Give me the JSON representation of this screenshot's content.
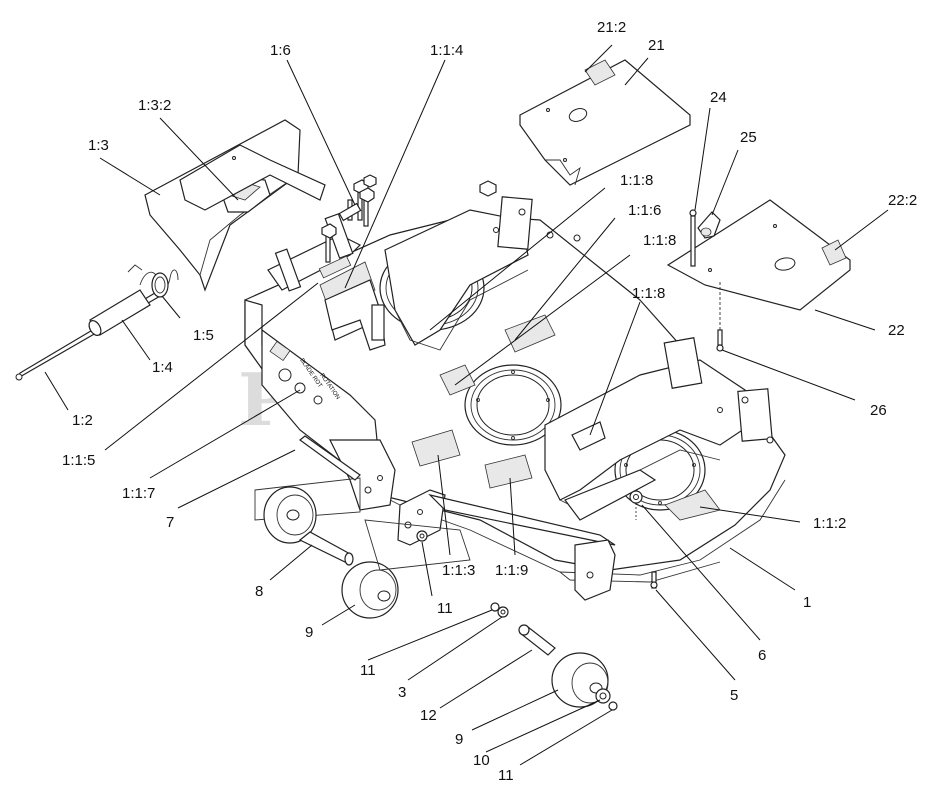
{
  "watermark": {
    "text": "PartsTree",
    "trademark": "TM"
  },
  "labels": {
    "panel_text_a": "BLADE ROT",
    "panel_text_b": "ROTATION"
  },
  "callouts": [
    {
      "id": "c-1-6",
      "text": "1:6"
    },
    {
      "id": "c-1-1-4",
      "text": "1:1:4"
    },
    {
      "id": "c-21-2",
      "text": "21:2"
    },
    {
      "id": "c-21",
      "text": "21"
    },
    {
      "id": "c-1-3-2",
      "text": "1:3:2"
    },
    {
      "id": "c-24",
      "text": "24"
    },
    {
      "id": "c-1-3",
      "text": "1:3"
    },
    {
      "id": "c-25",
      "text": "25"
    },
    {
      "id": "c-1-1-8-a",
      "text": "1:1:8"
    },
    {
      "id": "c-1-1-6",
      "text": "1:1:6"
    },
    {
      "id": "c-22-2",
      "text": "22:2"
    },
    {
      "id": "c-1-1-8-b",
      "text": "1:1:8"
    },
    {
      "id": "c-1-5",
      "text": "1:5"
    },
    {
      "id": "c-1-1-8-c",
      "text": "1:1:8"
    },
    {
      "id": "c-22",
      "text": "22"
    },
    {
      "id": "c-1-4",
      "text": "1:4"
    },
    {
      "id": "c-1-2",
      "text": "1:2"
    },
    {
      "id": "c-26",
      "text": "26"
    },
    {
      "id": "c-1-1-5",
      "text": "1:1:5"
    },
    {
      "id": "c-1-1-7",
      "text": "1:1:7"
    },
    {
      "id": "c-7",
      "text": "7"
    },
    {
      "id": "c-1-1-2",
      "text": "1:1:2"
    },
    {
      "id": "c-1-1-3",
      "text": "1:1:3"
    },
    {
      "id": "c-1-1-9",
      "text": "1:1:9"
    },
    {
      "id": "c-8",
      "text": "8"
    },
    {
      "id": "c-1",
      "text": "1"
    },
    {
      "id": "c-11-a",
      "text": "11"
    },
    {
      "id": "c-9-a",
      "text": "9"
    },
    {
      "id": "c-6",
      "text": "6"
    },
    {
      "id": "c-11-b",
      "text": "11"
    },
    {
      "id": "c-5",
      "text": "5"
    },
    {
      "id": "c-3",
      "text": "3"
    },
    {
      "id": "c-12",
      "text": "12"
    },
    {
      "id": "c-9-b",
      "text": "9"
    },
    {
      "id": "c-10",
      "text": "10"
    },
    {
      "id": "c-11-c",
      "text": "11"
    }
  ]
}
